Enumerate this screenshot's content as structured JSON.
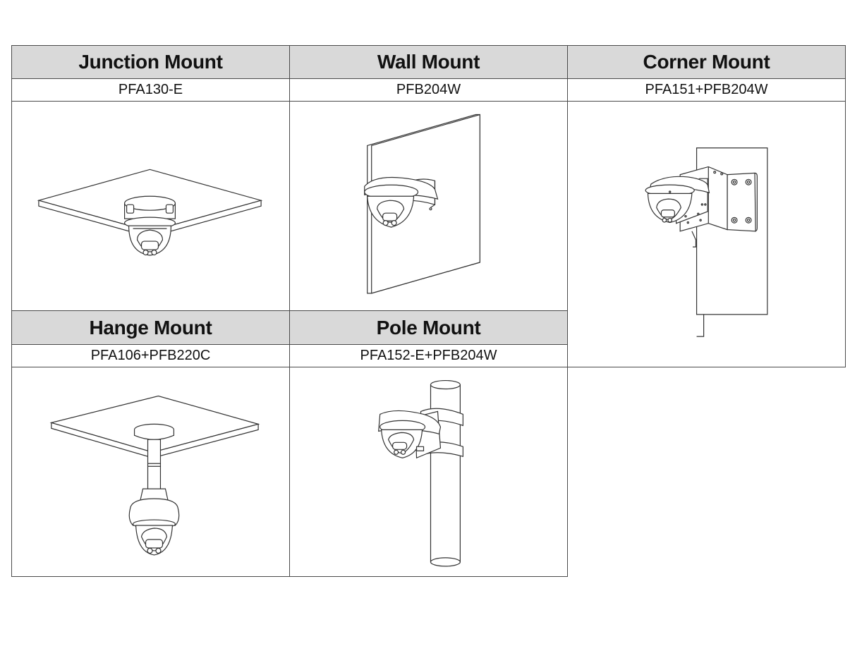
{
  "mounts": [
    {
      "name": "Junction Mount",
      "model": "PFA130-E",
      "icon": "junction-mount-illustration"
    },
    {
      "name": "Wall Mount",
      "model": "PFB204W",
      "icon": "wall-mount-illustration"
    },
    {
      "name": "Corner Mount",
      "model": "PFA151+PFB204W",
      "icon": "corner-mount-illustration"
    },
    {
      "name": "Hange Mount",
      "model": "PFA106+PFB220C",
      "icon": "hange-mount-illustration"
    },
    {
      "name": "Pole Mount",
      "model": "PFA152-E+PFB204W",
      "icon": "pole-mount-illustration"
    }
  ]
}
